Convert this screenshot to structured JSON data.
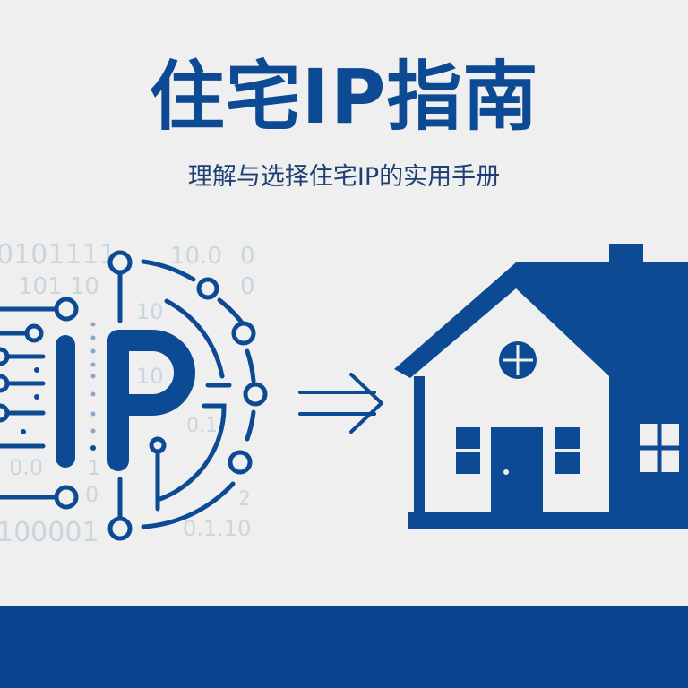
{
  "header": {
    "title": "住宅IP指南",
    "subtitle": "理解与选择住宅IP的实用手册"
  },
  "ip_graphic": {
    "label": "IP",
    "background_digits": [
      "0101111",
      "101 10",
      "10.0",
      "0",
      "0",
      "10",
      "10",
      "0.1",
      "0.0",
      "0",
      "1",
      "2",
      "100001",
      "0.1.10"
    ]
  },
  "icons": [
    "ip-circuit-icon",
    "arrow-right-icon",
    "house-icon"
  ],
  "colors": {
    "primary": "#0d4a94",
    "background": "#efefef",
    "band": "#0a4591",
    "faded_digits": "#c9d6dd"
  }
}
